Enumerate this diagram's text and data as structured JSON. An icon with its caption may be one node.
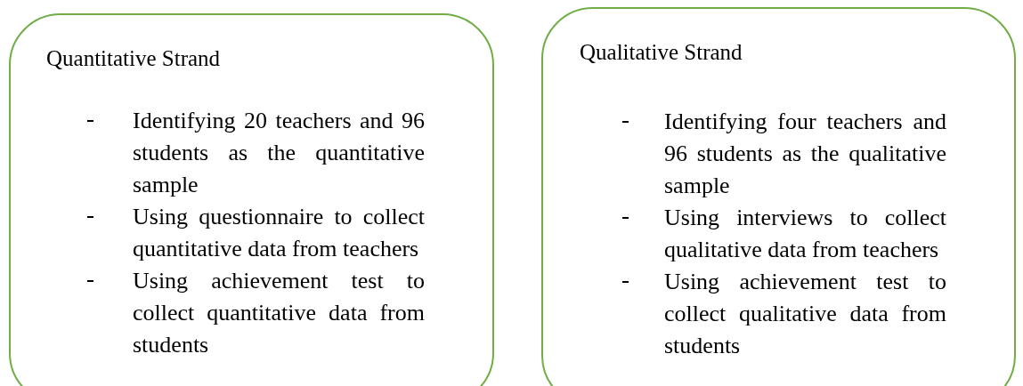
{
  "diagram": {
    "nodes": [
      {
        "text": [
          "Quantitative Strand",
          "Identifying 20 teachers and 96 students as the quantitative sample",
          "Using questionnaire to collect quantitative data from teachers",
          "Using achievement test to collect quantitative data from students"
        ]
      },
      {
        "text": [
          "Qualitative Strand",
          "Identifying four teachers and 96 students as the qualitative sample",
          "Using interviews to collect qualitative data from teachers",
          "Using achievement test to collect qualitative data from students"
        ]
      }
    ]
  }
}
